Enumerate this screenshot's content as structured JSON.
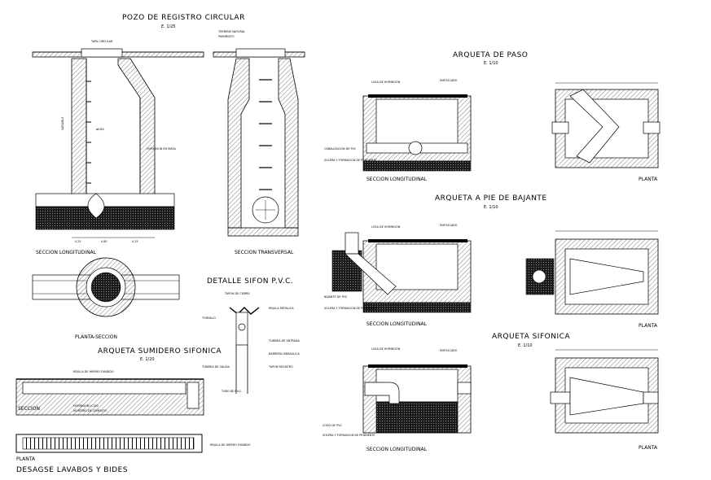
{
  "pozo": {
    "title": "POZO DE REGISTRO CIRCULAR",
    "scale": "E. 1/25",
    "long_caption": "SECCION LONGITUDINAL",
    "trans_caption": "SECCION TRANSVERSAL",
    "plan_caption": "PLANTA-SECCION",
    "label_tapa": "TAPA CIRCULAR",
    "label_hormigon": "HORMIGON EN MASA",
    "label_terreno": "TERRENO NATURAL",
    "label_pavimento": "PAVIMENTO",
    "label_variable": "VARIABLE",
    "dim_diam": "ø0,80",
    "dim_a": "0,25",
    "dim_b": "0,80",
    "dim_c": "0,25"
  },
  "sifon": {
    "title": "DETALLE SIFON P.V.C.",
    "label_tapon": "TAPON DE CIERRE",
    "label_rejilla": "REJILLA METALICA",
    "label_tornillo": "TORNILLO",
    "label_tuberia": "TUBERIA DE ENTRADA",
    "label_barrera": "BARRERA HIDRAULICA",
    "label_registro": "TAPON REGISTRO",
    "label_tuberia_salida": "TUBERIA DE SALIDA"
  },
  "sumidero": {
    "title": "ARQUETA SUMIDERO SIFONICA",
    "scale": "E. 1/20",
    "section_caption": "SECCION",
    "plan_caption": "PLANTA",
    "label_rejilla": "REJILLA DE HIERRO FUNDIDO",
    "label_hormigon": "HORMIGON H-150",
    "label_mortero": "MORTERO DE CEMENTO",
    "label_tubo": "TUBO DE P.V.C.",
    "label_rejilla_plan": "REJILLA DE HIERRO FUNDIDO",
    "footer": "DESAGSE LAVABOS Y BIDES"
  },
  "paso": {
    "title": "ARQUETA DE PASO",
    "scale": "E. 1/10",
    "long_caption": "SECCION LONGITUDINAL",
    "plan_caption": "PLANTA",
    "label_losa": "LOSA DE HORMIGON",
    "label_enfoscado": "ENFOSCADO",
    "label_canalizacion": "CANALIZACION DE PVC",
    "label_solera": "SOLERA Y FORMACION DE PENDIENTE"
  },
  "bajante": {
    "title": "ARQUETA A PIE DE BAJANTE",
    "scale": "E. 1/10",
    "long_caption": "SECCION LONGITUDINAL",
    "plan_caption": "PLANTA",
    "label_losa": "LOSA DE HORMIGON",
    "label_enfoscado": "ENFOSCADO",
    "label_bajante": "BAJANTE DE PVC",
    "label_solera": "SOLERA Y FORMACION DE PENDIENTE"
  },
  "sifonica": {
    "title": "ARQUETA SIFONICA",
    "scale": "E. 1/10",
    "long_caption": "SECCION LONGITUDINAL",
    "plan_caption": "PLANTA",
    "label_losa": "LOSA DE HORMIGON",
    "label_enfoscado": "ENFOSCADO",
    "label_codo": "CODO DE PVC",
    "label_solera": "SOLERA Y FORMACION DE PENDIENTE"
  }
}
